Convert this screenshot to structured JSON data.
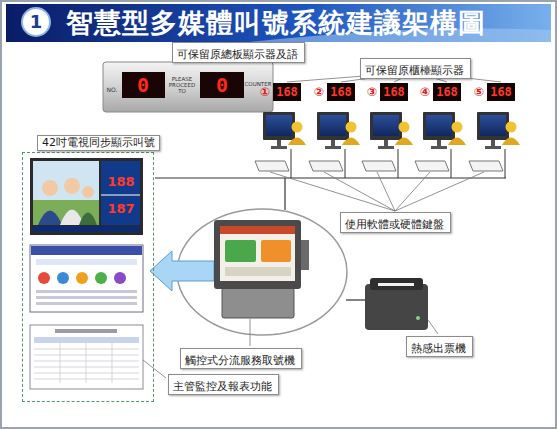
{
  "diagram": {
    "title": "智慧型多媒體叫號系統建議架構圖",
    "nodes": [
      {
        "text": [
          "可保留原總板顯示器及語"
        ]
      },
      {
        "text": [
          "可保留原櫃檯顯示器"
        ]
      },
      {
        "text": [
          "42吋電視同步顯示叫號"
        ]
      },
      {
        "text": [
          "使用軟體或硬體鍵盤"
        ]
      },
      {
        "text": [
          "熱感出票機"
        ]
      },
      {
        "text": [
          "觸控式分流服務取號機"
        ]
      },
      {
        "text": [
          "主管監控及報表功能"
        ]
      }
    ],
    "labels": [
      "1",
      "NO.",
      "0",
      "PLEASE PROCEED TO",
      "0",
      "COUNTER",
      "①",
      "168",
      "②",
      "168",
      "③",
      "168",
      "④",
      "168",
      "⑤",
      "168",
      "188",
      "187"
    ]
  }
}
